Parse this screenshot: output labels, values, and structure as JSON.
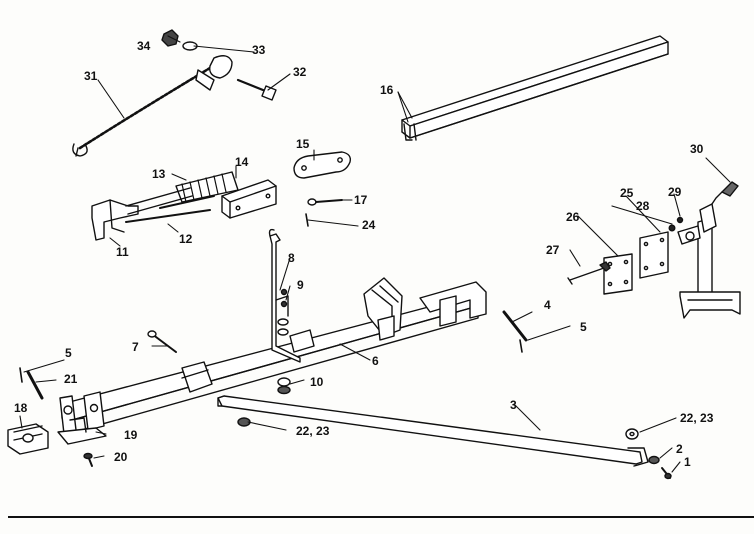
{
  "callouts": {
    "p1": "1",
    "p2": "2",
    "p3": "3",
    "p4": "4",
    "p5a": "5",
    "p5b": "5",
    "p6": "6",
    "p7": "7",
    "p8": "8",
    "p9": "9",
    "p10": "10",
    "p11": "11",
    "p12": "12",
    "p13": "13",
    "p14": "14",
    "p15": "15",
    "p16": "16",
    "p17": "17",
    "p18": "18",
    "p19": "19",
    "p20": "20",
    "p21": "21",
    "p22_23a": "22, 23",
    "p22_23b": "22, 23",
    "p24": "24",
    "p25": "25",
    "p26": "26",
    "p27": "27",
    "p28": "28",
    "p29": "29",
    "p30": "30",
    "p31": "31",
    "p32": "32",
    "p33": "33",
    "p34": "34"
  },
  "colors": {
    "ink": "#111111",
    "paper": "#fdfdfb",
    "shade": "#555555"
  }
}
